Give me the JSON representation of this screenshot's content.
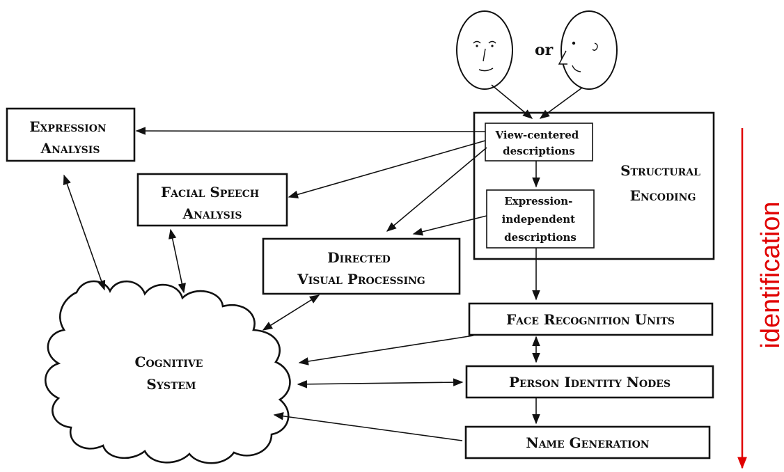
{
  "diagram": {
    "faces_connector": "or",
    "boxes": {
      "expression_analysis": [
        "Expression",
        "Analysis"
      ],
      "facial_speech_analysis": [
        "Facial Speech",
        "Analysis"
      ],
      "directed_visual_processing": [
        "Directed",
        "Visual Processing"
      ],
      "structural_encoding": [
        "Structural",
        "Encoding"
      ],
      "view_centered": [
        "View-centered",
        "descriptions"
      ],
      "expression_independent": [
        "Expression-",
        "independent",
        "descriptions"
      ],
      "face_recognition_units": "Face Recognition Units",
      "person_identity_nodes": "Person Identity Nodes",
      "name_generation": "Name Generation",
      "cognitive_system": [
        "Cognitive",
        "System"
      ]
    },
    "side_label": "identification",
    "colors": {
      "ink": "#111111",
      "side_label": "#e00000",
      "background": "#ffffff"
    }
  }
}
